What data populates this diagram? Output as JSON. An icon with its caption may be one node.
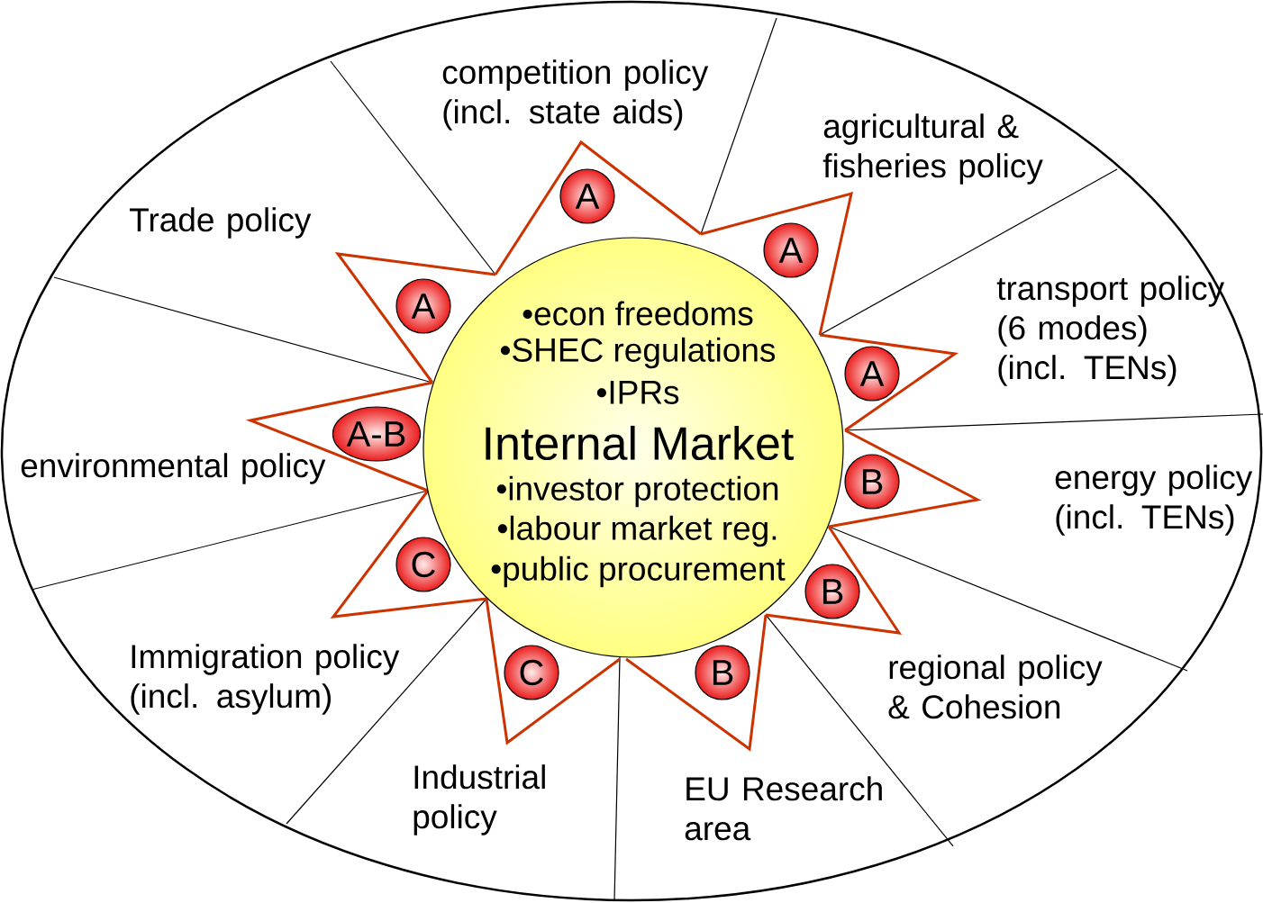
{
  "diagram": {
    "nodes": [
      {
        "text": [
          "•econ freedoms",
          "•SHEC regulations",
          "•IPRs",
          "Internal Market",
          "•investor protection",
          "•labour market reg.",
          "•public procurement"
        ]
      },
      {
        "text": [
          "A"
        ]
      },
      {
        "text": [
          "A"
        ]
      },
      {
        "text": [
          "A"
        ]
      },
      {
        "text": [
          "A"
        ]
      },
      {
        "text": [
          "A-B"
        ]
      },
      {
        "text": [
          "B"
        ]
      },
      {
        "text": [
          "C"
        ]
      },
      {
        "text": [
          "B"
        ]
      },
      {
        "text": [
          "C"
        ]
      },
      {
        "text": [
          "B"
        ]
      }
    ],
    "labels": [
      "competition policy (incl. state aids)",
      "agricultural & fisheries policy",
      "Trade policy",
      "transport policy (6 modes) (incl. TENs)",
      "environmental policy",
      "energy policy (incl. TENs)",
      "Immigration policy (incl. asylum)",
      "regional policy & Cohesion",
      "Industrial policy",
      "EU Research area"
    ]
  }
}
